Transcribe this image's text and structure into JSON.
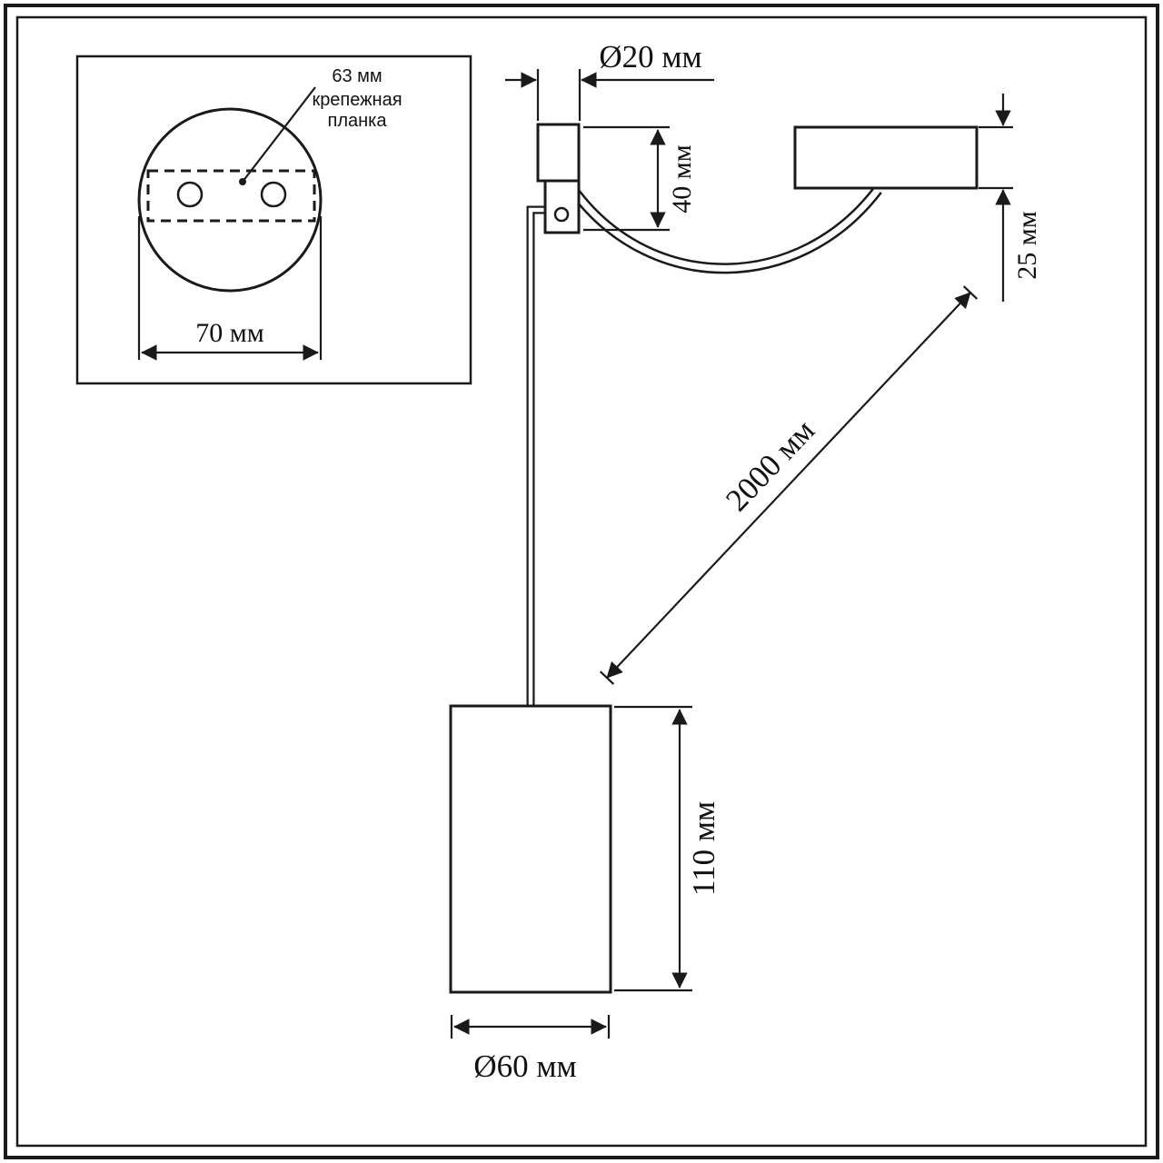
{
  "frame": {
    "line_color": "#1a1a1a",
    "background": "#ffffff"
  },
  "inset": {
    "hole_spacing_label": "63 мм",
    "plate_label_line1": "крепежная",
    "plate_label_line2": "планка",
    "base_width_label": "70 мм"
  },
  "dimensions": {
    "bracket_diameter": "Ø20 мм",
    "bracket_height": "40 мм",
    "canopy_height": "25 мм",
    "cord_length": "2000 мм",
    "shade_height": "110 мм",
    "shade_diameter": "Ø60 мм"
  }
}
